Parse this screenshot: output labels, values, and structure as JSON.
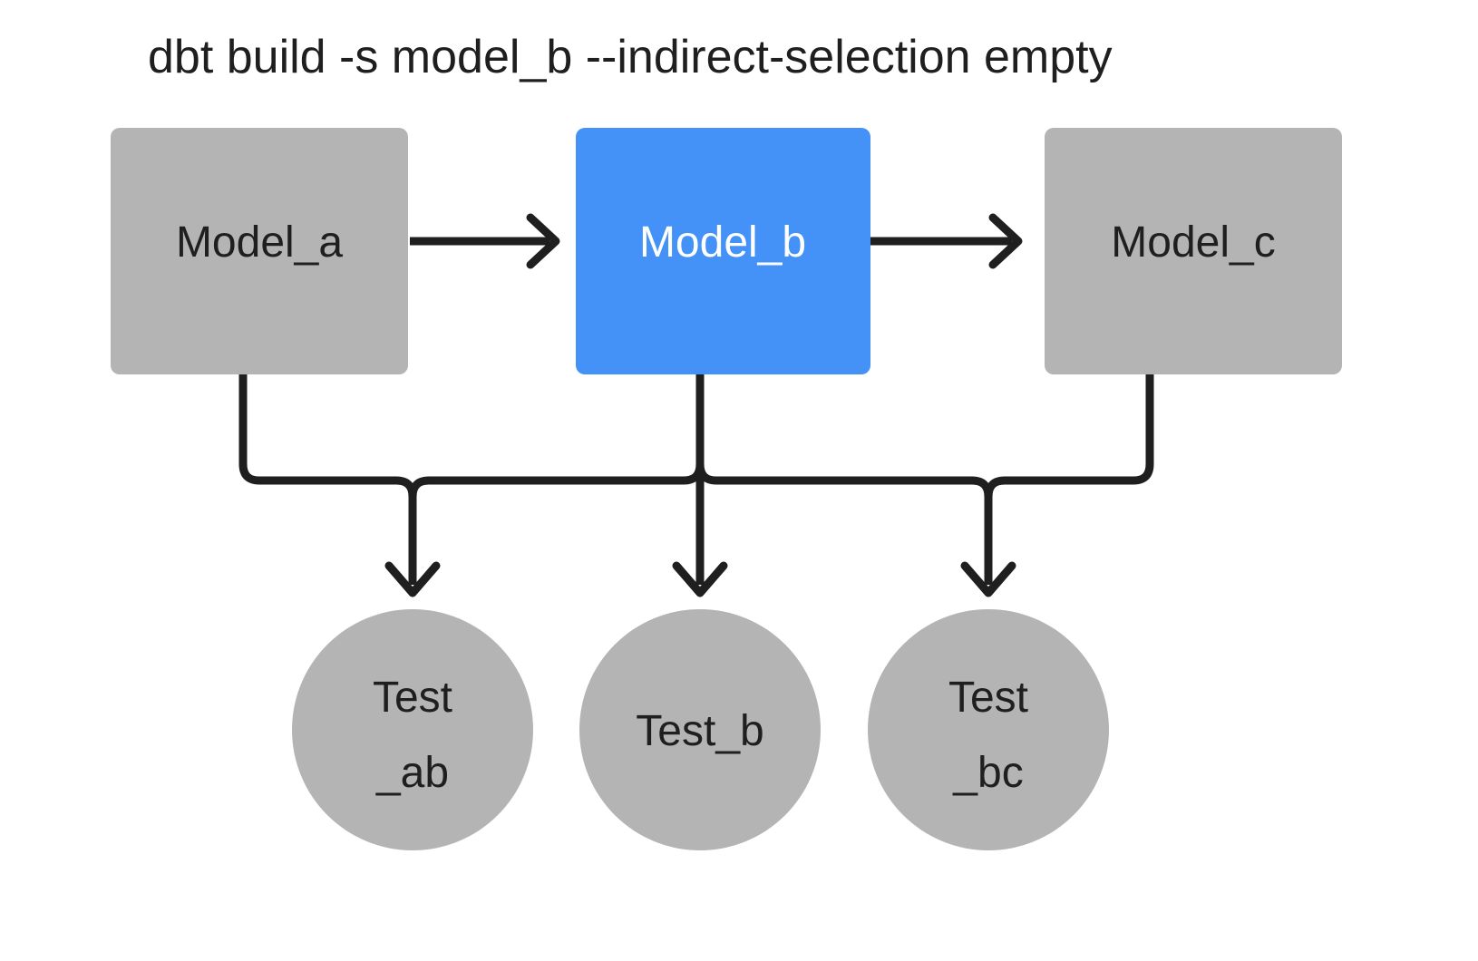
{
  "title": "dbt build -s model_b --indirect-selection empty",
  "colors": {
    "background": "#ffffff",
    "node_gray": "#b4b4b4",
    "node_selected_blue": "#4492f8",
    "edge": "#1f1f1f",
    "text_dark": "#1f1f1f",
    "text_light": "#ffffff"
  },
  "models": [
    {
      "id": "model_a",
      "label": "Model_a",
      "state": "unselected",
      "fill": "#b4b4b4",
      "text_color": "#1f1f1f"
    },
    {
      "id": "model_b",
      "label": "Model_b",
      "state": "selected",
      "fill": "#4492f8",
      "text_color": "#ffffff"
    },
    {
      "id": "model_c",
      "label": "Model_c",
      "state": "unselected",
      "fill": "#b4b4b4",
      "text_color": "#1f1f1f"
    }
  ],
  "tests": [
    {
      "id": "test_ab",
      "label_line1": "Test",
      "label_line2": "_ab",
      "state": "unselected",
      "fill": "#b4b4b4"
    },
    {
      "id": "test_b",
      "label_line1": "Test_b",
      "label_line2": "",
      "state": "unselected",
      "fill": "#b4b4b4"
    },
    {
      "id": "test_bc",
      "label_line1": "Test",
      "label_line2": "_bc",
      "state": "unselected",
      "fill": "#b4b4b4"
    }
  ],
  "edges": [
    {
      "id": "edge-model-a-to-model-b",
      "from": "model_a",
      "to": "model_b",
      "kind": "straight-horizontal"
    },
    {
      "id": "edge-model-b-to-model-c",
      "from": "model_b",
      "to": "model_c",
      "kind": "straight-horizontal"
    },
    {
      "id": "edge-model-a-to-test-ab",
      "from": "model_a",
      "to": "test_ab",
      "kind": "elbow"
    },
    {
      "id": "edge-model-b-to-test-ab",
      "from": "model_b",
      "to": "test_ab",
      "kind": "elbow"
    },
    {
      "id": "edge-model-b-to-test-b",
      "from": "model_b",
      "to": "test_b",
      "kind": "straight-vertical"
    },
    {
      "id": "edge-model-b-to-test-bc",
      "from": "model_b",
      "to": "test_bc",
      "kind": "elbow"
    },
    {
      "id": "edge-model-c-to-test-bc",
      "from": "model_c",
      "to": "test_bc",
      "kind": "elbow"
    }
  ]
}
